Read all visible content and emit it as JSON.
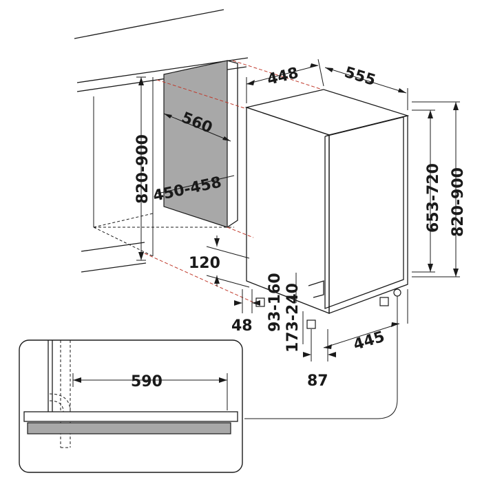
{
  "colors": {
    "line": "#1a1a1a",
    "panel": "#a8a8a8",
    "hidden_edge": "#c0392b",
    "background": "#ffffff"
  },
  "dimensions": {
    "d448": "448",
    "d555": "555",
    "d560": "560",
    "d820_900_left": "820-900",
    "d450_458": "450-458",
    "d653_720": "653-720",
    "d820_900_right": "820-900",
    "d120": "120",
    "d48": "48",
    "d93_160": "93-160",
    "d173_240": "173-240",
    "d445": "445",
    "d87": "87",
    "d590": "590"
  }
}
